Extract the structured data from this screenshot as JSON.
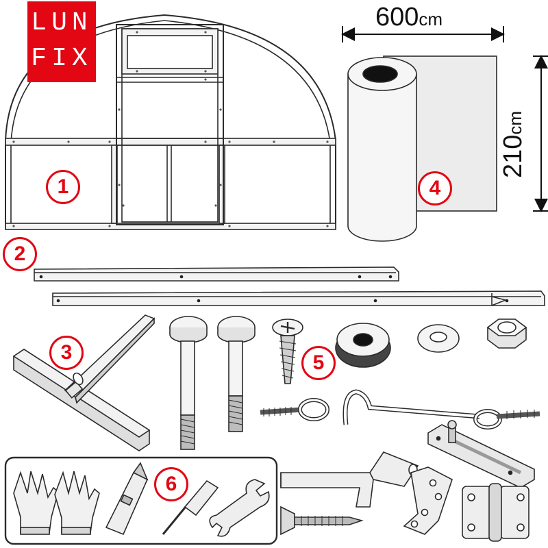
{
  "logo": {
    "line1": "LUN",
    "line2": "FIX"
  },
  "film": {
    "width_value": "600",
    "height_value": "210",
    "unit": "cm"
  },
  "labels": [
    "1",
    "2",
    "3",
    "4",
    "5",
    "6"
  ],
  "colors": {
    "brand_red": "#e30613",
    "line": "#2b2b2b",
    "metal_light": "#f0f0f0",
    "metal_mid": "#d4d4d4",
    "metal_dark": "#9a9a9a",
    "hole": "#111111"
  },
  "parts": [
    {
      "id": 1,
      "name": "arch-frame-icon"
    },
    {
      "id": 2,
      "name": "longitudinal-rods-icon"
    },
    {
      "id": 3,
      "name": "ground-stake-icon"
    },
    {
      "id": 4,
      "name": "film-roll-icon"
    },
    {
      "id": 5,
      "name": "fasteners-icon"
    },
    {
      "id": 6,
      "name": "tools-icon"
    }
  ]
}
